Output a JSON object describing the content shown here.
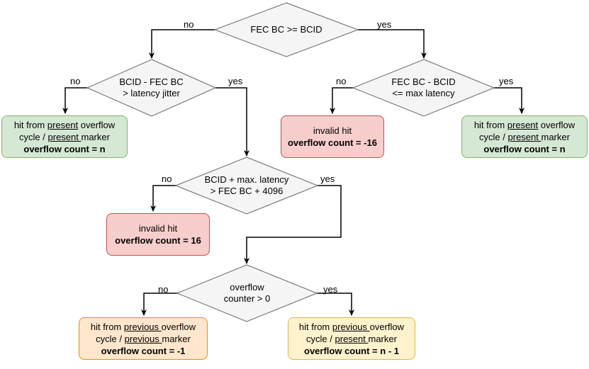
{
  "decisions": {
    "d1": [
      "FEC BC >= BCID"
    ],
    "d2": [
      "BCID - FEC BC",
      "> latency jitter"
    ],
    "d3": [
      "FEC BC - BCID",
      "<= max latency"
    ],
    "d4": [
      "BCID + max. latency",
      "> FEC BC + 4096"
    ],
    "d5": [
      "overflow",
      "counter > 0"
    ]
  },
  "edge_labels": {
    "no": "no",
    "yes": "yes"
  },
  "outcomes": {
    "o1": {
      "l1a": "hit from ",
      "l1u": "present",
      "l1b": " overflow",
      "l2a": "cycle / ",
      "l2u": "present ",
      "l2b": "marker",
      "count": "overflow count = n"
    },
    "o2": {
      "l1": "invalid hit",
      "count": "overflow count = -16"
    },
    "o3": {
      "l1a": "hit from ",
      "l1u": "present",
      "l1b": " overflow",
      "l2a": "cycle / ",
      "l2u": "present ",
      "l2b": "marker",
      "count": "overflow count = n"
    },
    "o4": {
      "l1": "invalid hit",
      "count": "overflow count  = 16"
    },
    "o5": {
      "l1a": "hit from ",
      "l1u": "previous ",
      "l1b": "overflow",
      "l2a": "cycle / ",
      "l2u": "previous ",
      "l2b": "marker",
      "count": "overflow count = -1"
    },
    "o6": {
      "l1a": "hit from ",
      "l1u": "previous ",
      "l1b": "overflow",
      "l2a": "cycle / ",
      "l2u": "present ",
      "l2b": "marker",
      "count": "overflow count = n - 1"
    }
  },
  "colors": {
    "decision_fill": "#f5f5f5",
    "decision_stroke": "#666666",
    "green_fill": "#d5e8d4",
    "red_fill": "#f8cecc",
    "orange_fill": "#ffe6cc",
    "yellow_fill": "#fff2cc"
  }
}
